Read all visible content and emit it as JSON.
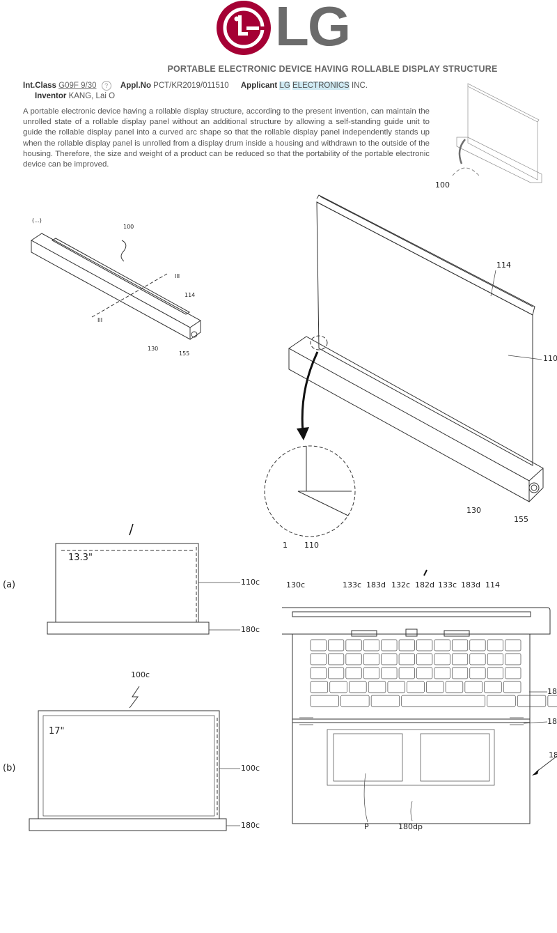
{
  "logo": {
    "brand": "LG",
    "color": "#A50034"
  },
  "patent": {
    "title": "PORTABLE ELECTRONIC DEVICE HAVING ROLLABLE DISPLAY STRUCTURE",
    "int_class_label": "Int.Class",
    "int_class_value": "G09F 9/30",
    "help": "?",
    "appl_no_label": "Appl.No",
    "appl_no_value": "PCT/KR2019/011510",
    "applicant_label": "Applicant",
    "applicant_hl1": "LG",
    "applicant_hl2": "ELECTRONICS",
    "applicant_rest": "INC.",
    "inventor_label": "Inventor",
    "inventor_value": "KANG, Lai O",
    "abstract": "A portable electronic device having a rollable display structure, according to the present invention, can maintain the unrolled state of a rollable display panel without an additional structure by allowing a self-standing guide unit to guide the rollable display panel into a curved arc shape so that the rollable display panel independently stands up when the rollable display panel is unrolled from a display drum inside a housing and withdrawn to the outside of the housing. Therefore, the size and weight of a product can be reduced so that the portability of the portable electronic device can be improved."
  },
  "fig_closed": {
    "fig": "(...)",
    "ref": "100",
    "sec1": "III",
    "sec2": "III",
    "l114": "114",
    "l130": "130",
    "l155": "155"
  },
  "fig_open": {
    "ref": "100",
    "l114": "114",
    "l110": "110",
    "l130": "130",
    "l155": "155",
    "d1": "1",
    "d110": "110"
  },
  "fig_a": {
    "tag": "(a)",
    "size": "13.3\"",
    "l110c": "110c",
    "l180c": "180c"
  },
  "fig_b": {
    "tag": "(b)",
    "ref": "100c",
    "size": "17\"",
    "l100c": "100c",
    "l180c": "180c"
  },
  "fig_laptop": {
    "top_labels": [
      "130c",
      "133c",
      "183d",
      "132c",
      "182d",
      "133c",
      "183d",
      "114"
    ],
    "r1": "18",
    "r2": "18",
    "r3": "18",
    "p": "P",
    "dp": "180dp"
  }
}
